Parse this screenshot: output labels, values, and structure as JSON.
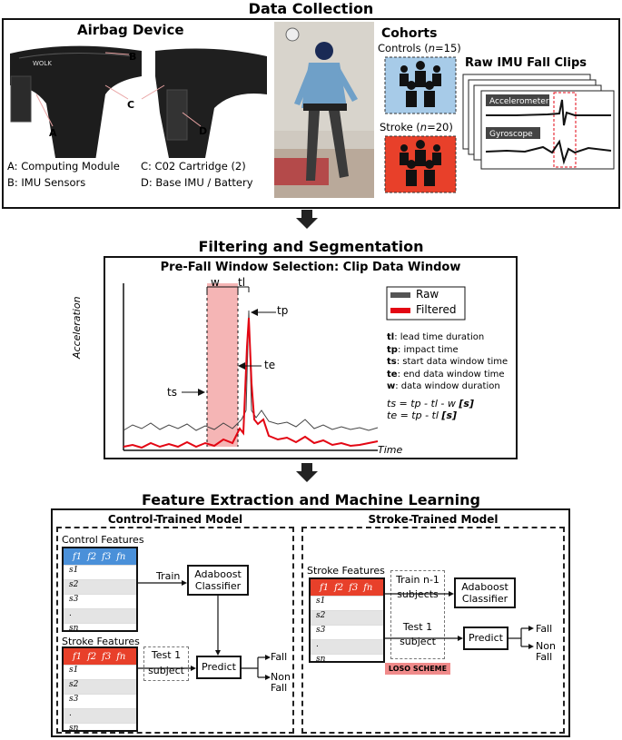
{
  "titles": {
    "data_collection": "Data Collection",
    "filtering": "Filtering and Segmentation",
    "feature": "Feature Extraction and Machine Learning"
  },
  "airbag": {
    "title": "Airbag Device",
    "brand": "WOLK",
    "markers": [
      "A",
      "B",
      "C",
      "D"
    ],
    "legend": [
      "A: Computing Module",
      "B: IMU Sensors",
      "C: C02 Cartridge (2)",
      "D: Base IMU / Battery"
    ]
  },
  "cohorts": {
    "title": "Cohorts",
    "control_label": "Controls (",
    "control_n": "n",
    "control_count": "=15)",
    "stroke_label": "Stroke (",
    "stroke_n": "n",
    "stroke_count": "=20)",
    "control_color": "#a7cbe8",
    "stroke_color": "#e8402a"
  },
  "imu": {
    "title": "Raw IMU Fall Clips",
    "accel": "Accelerometer",
    "gyro": "Gyroscope"
  },
  "window": {
    "title": "Pre-Fall Window Selection: Clip Data Window",
    "w": "w",
    "tl": "tl",
    "tp": "tp",
    "te": "te",
    "ts": "ts",
    "ylabel": "Acceleration",
    "xlabel": "Time",
    "legend_raw": "Raw",
    "legend_filtered": "Filtered",
    "raw_color": "#555555",
    "filtered_color": "#e30613",
    "defs": [
      {
        "k": "tl",
        "v": ": lead time duration"
      },
      {
        "k": "tp",
        "v": ": impact time"
      },
      {
        "k": "ts",
        "v": ": start data window time"
      },
      {
        "k": "te",
        "v": ": end data window time"
      },
      {
        "k": "w",
        "v": ": data window duration"
      }
    ],
    "eq1": "ts = tp - tl - w ",
    "eq1_unit": "[s]",
    "eq2": "te = tp - tl ",
    "eq2_unit": "[s]"
  },
  "control_model": {
    "title": "Control-Trained Model",
    "features_label": "Control Features",
    "head": [
      "f1",
      "f2",
      "f3",
      "fn"
    ],
    "rows": [
      "s1",
      "s2",
      "s3",
      ".",
      "sn"
    ],
    "train": "Train",
    "classifier": "Adaboost Classifier",
    "stroke_features": "Stroke Features",
    "test": "Test 1",
    "subject": "subject",
    "predict": "Predict",
    "fall": "Fall",
    "nonfall": "Non Fall"
  },
  "stroke_model": {
    "title": "Stroke-Trained Model",
    "features_label": "Stroke Features",
    "train": "Train n-1",
    "subjects": "subjects",
    "classifier": "Adaboost Classifier",
    "test": "Test 1",
    "subject": "subject",
    "predict": "Predict",
    "fall": "Fall",
    "nonfall": "Non Fall",
    "loso": "LOSO SCHEME"
  }
}
